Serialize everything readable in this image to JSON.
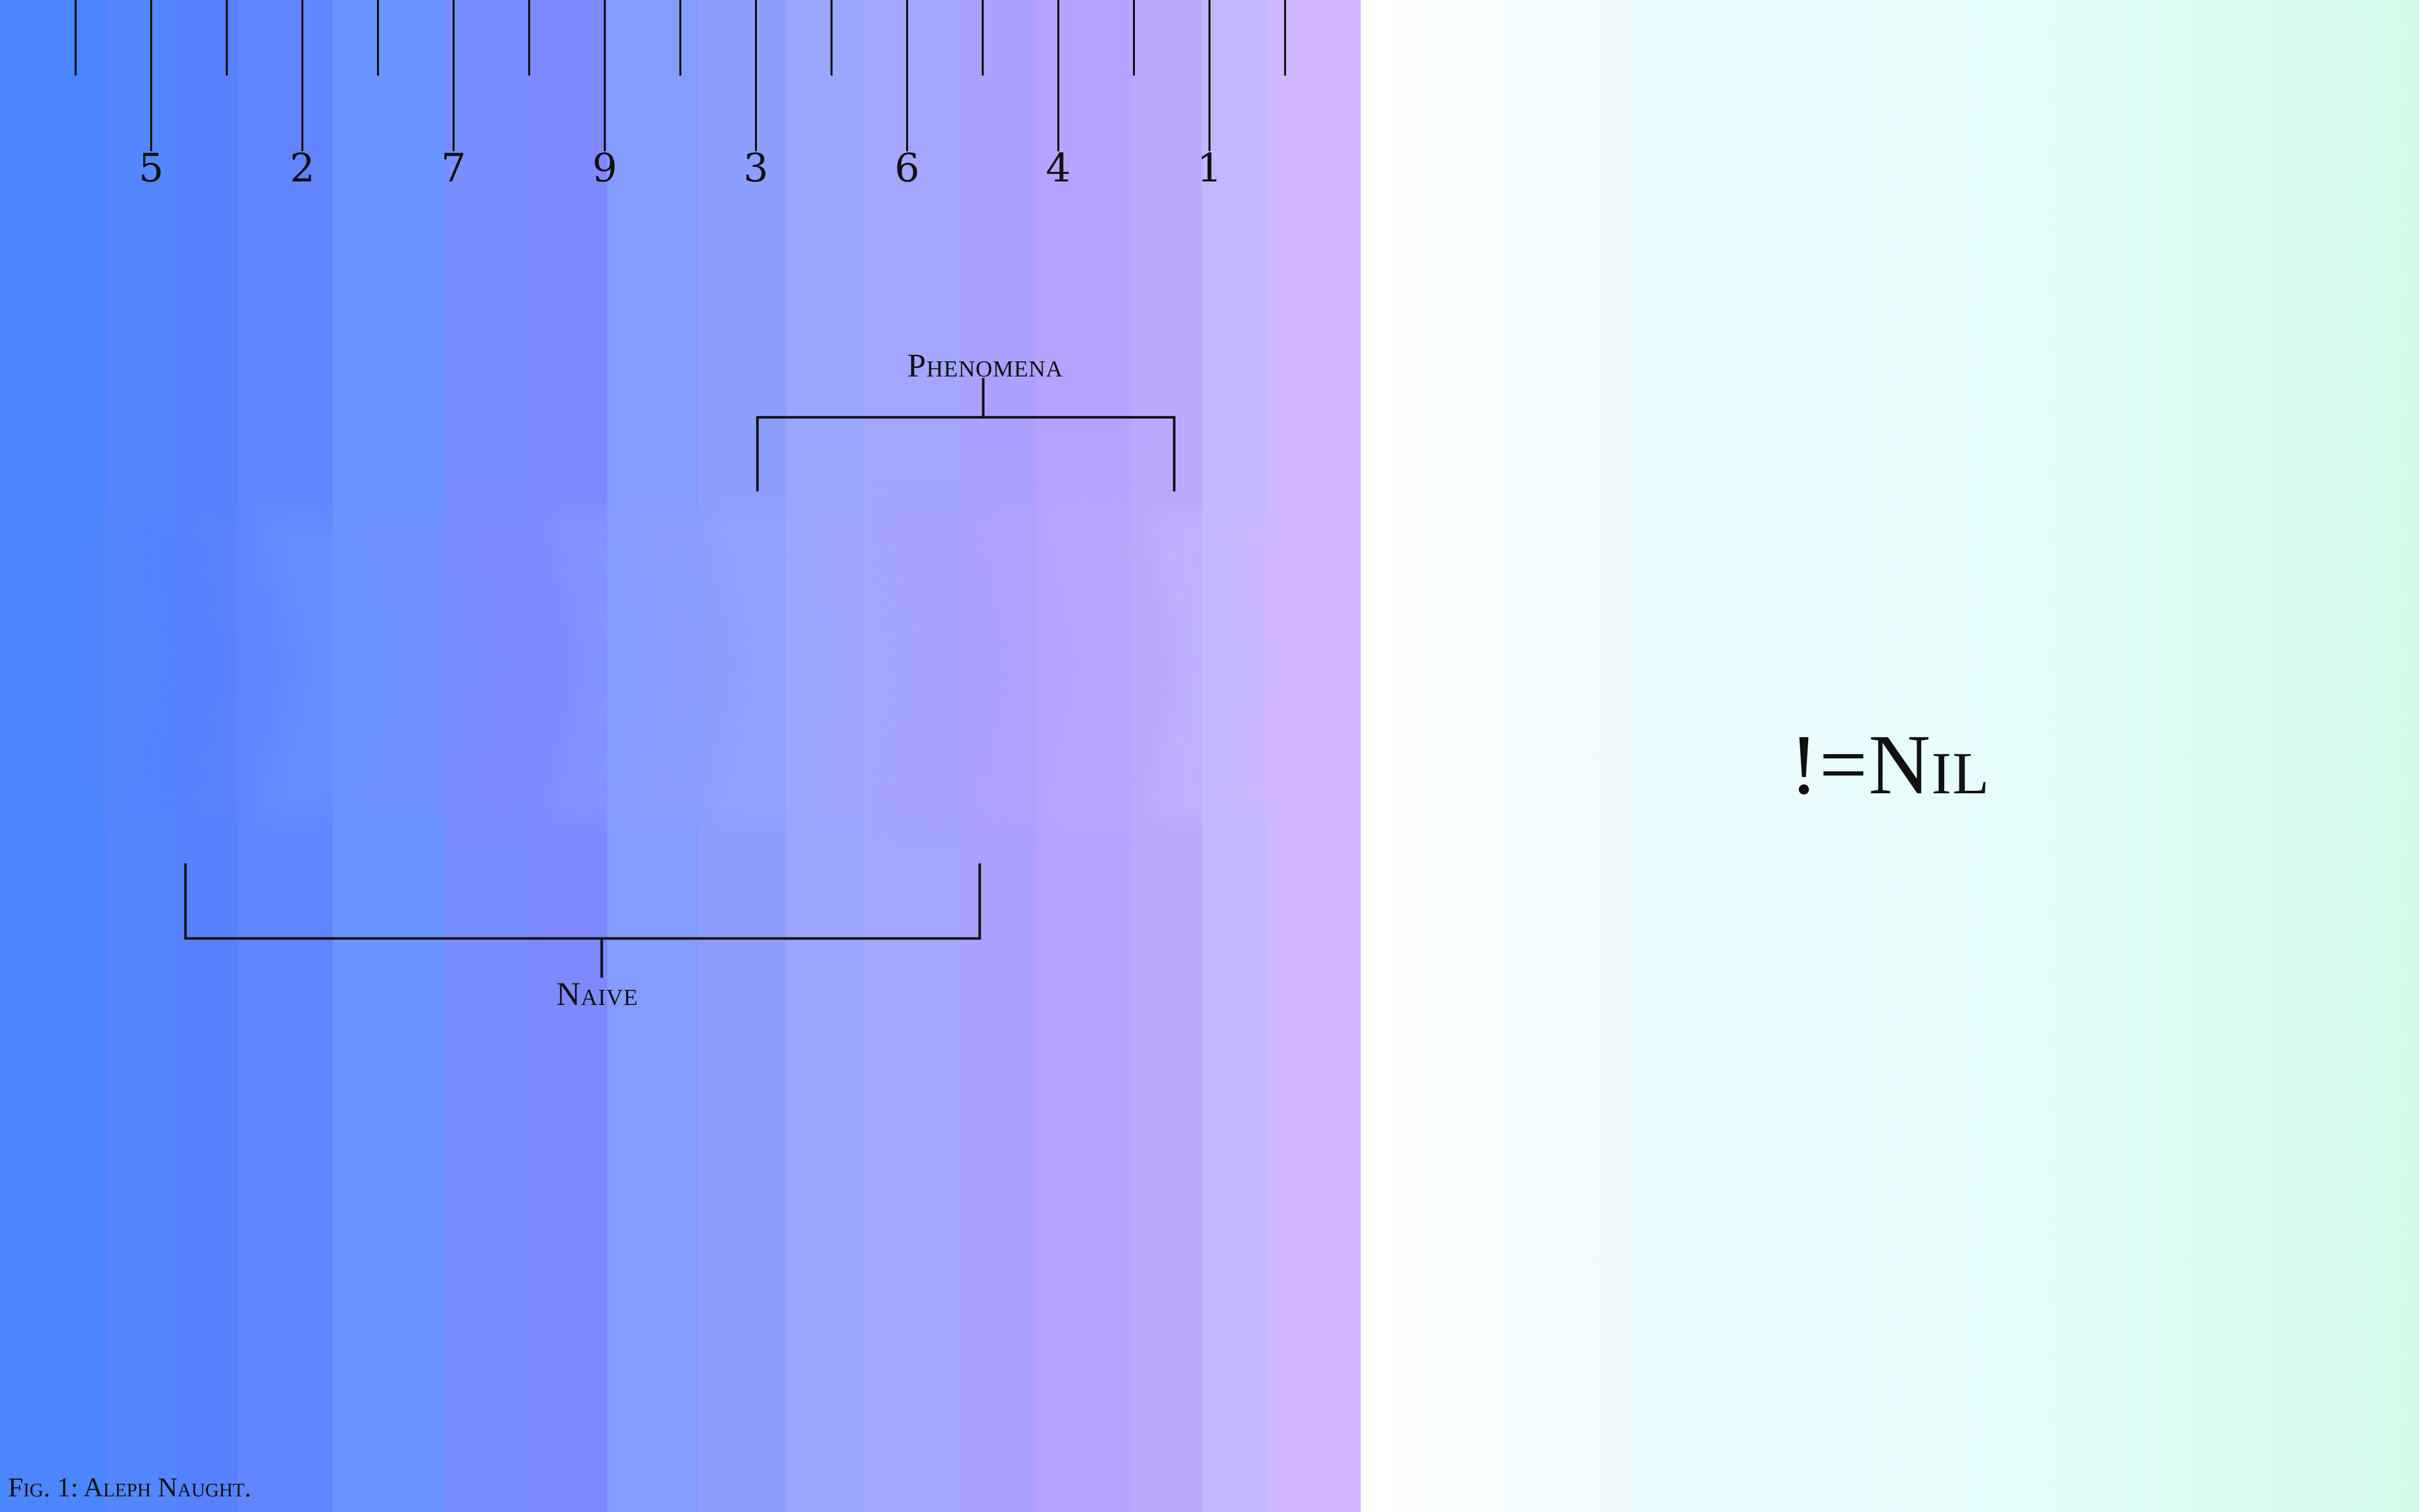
{
  "figure": {
    "caption": "Fig. 1: Aleph Naught.",
    "expression": "!=Nil"
  },
  "ruler": {
    "labels": [
      "5",
      "2",
      "7",
      "9",
      "3",
      "6",
      "4",
      "1"
    ]
  },
  "brackets": {
    "phenomena_label": "Phenomena",
    "naive_label": "Naive"
  },
  "colors": {
    "stripes": [
      "#4a86ff",
      "#5486ff",
      "#5581ff",
      "#6184ff",
      "#6a95ff",
      "#7a8fff",
      "#7f89ff",
      "#859cff",
      "#8e9eff",
      "#9aa6ff",
      "#a3a5ff",
      "#ab9fff",
      "#b5a3ff",
      "#bca8ff",
      "#c3b8ff",
      "#d0b6ff",
      "#d7b2ff"
    ],
    "right_panel_gradient": [
      "#ffffff",
      "#eefcff",
      "#e4fdfb",
      "#d2fae9"
    ],
    "ink": "#111111"
  }
}
